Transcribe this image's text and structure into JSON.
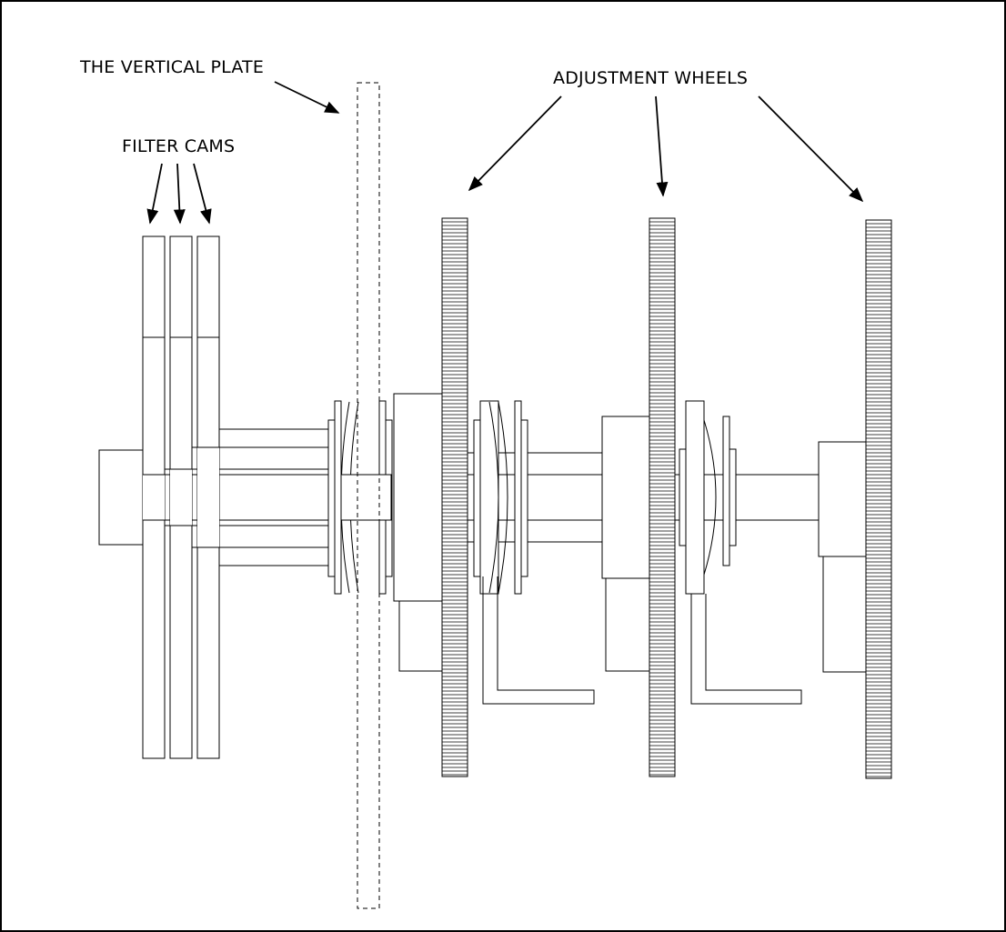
{
  "labels": {
    "vertical_plate": "THE VERTICAL PLATE",
    "filter_cams": "FILTER CAMS",
    "adjustment_wheels": "ADJUSTMENT WHEELS"
  },
  "colors": {
    "stroke": "#000000",
    "background": "#ffffff"
  }
}
